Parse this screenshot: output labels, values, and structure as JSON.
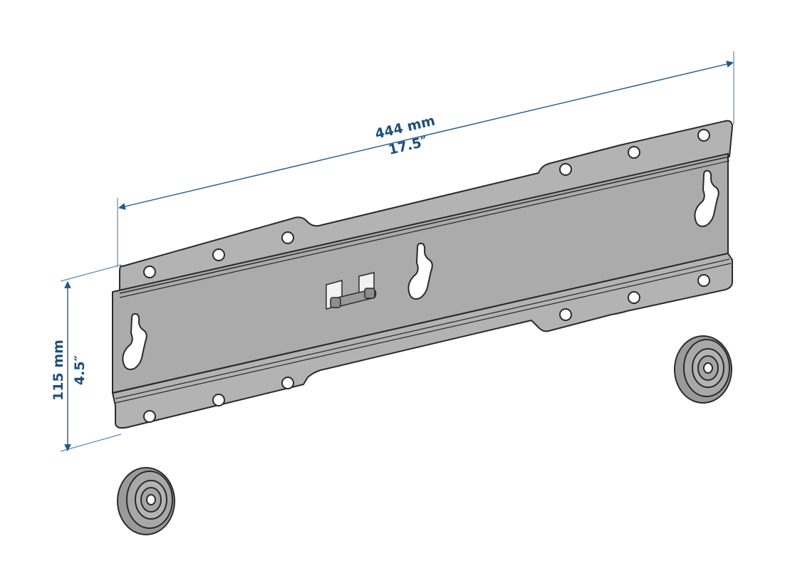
{
  "diagram": {
    "subject": "TV wall mount plate with spacers",
    "dimensions": {
      "width": {
        "metric": "444 mm",
        "imperial": "17.5″"
      },
      "height": {
        "metric": "115 mm",
        "imperial": "4.5″"
      }
    },
    "components": [
      {
        "name": "wall-plate",
        "features": [
          "keyhole-slots",
          "mounting-holes",
          "locking-clip"
        ]
      },
      {
        "name": "spacer-left"
      },
      {
        "name": "spacer-right"
      }
    ],
    "colors": {
      "dimension_line": "#1e5a8a",
      "dimension_text": "#1e4f7a",
      "plate_fill": "#b0b0b0",
      "plate_outline": "#2a2a2a",
      "background": "#ffffff"
    }
  }
}
